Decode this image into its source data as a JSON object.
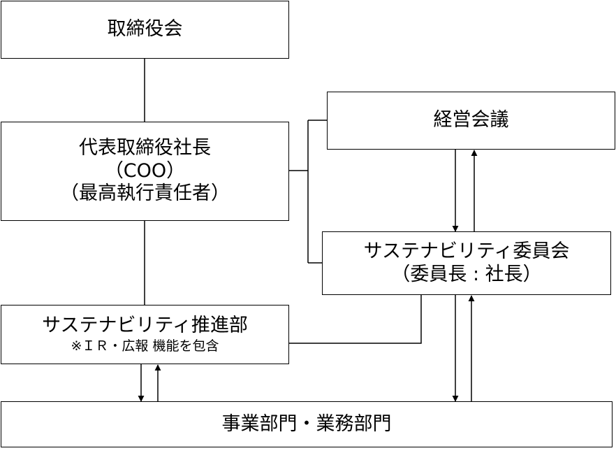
{
  "nodes": {
    "board": {
      "label": "取締役会"
    },
    "president": {
      "lines": [
        "代表取締役社長",
        "（COO）",
        "（最高執行責任者）"
      ]
    },
    "management_meeting": {
      "label": "経営会議"
    },
    "sustainability_committee": {
      "lines": [
        "サステナビリティ委員会",
        "（委員長 : 社長）"
      ]
    },
    "sustainability_dept": {
      "label": "サステナビリティ推進部",
      "note": "※ＩＲ・広報 機能を包含"
    },
    "business_units": {
      "label": "事業部門・業務部門"
    }
  }
}
